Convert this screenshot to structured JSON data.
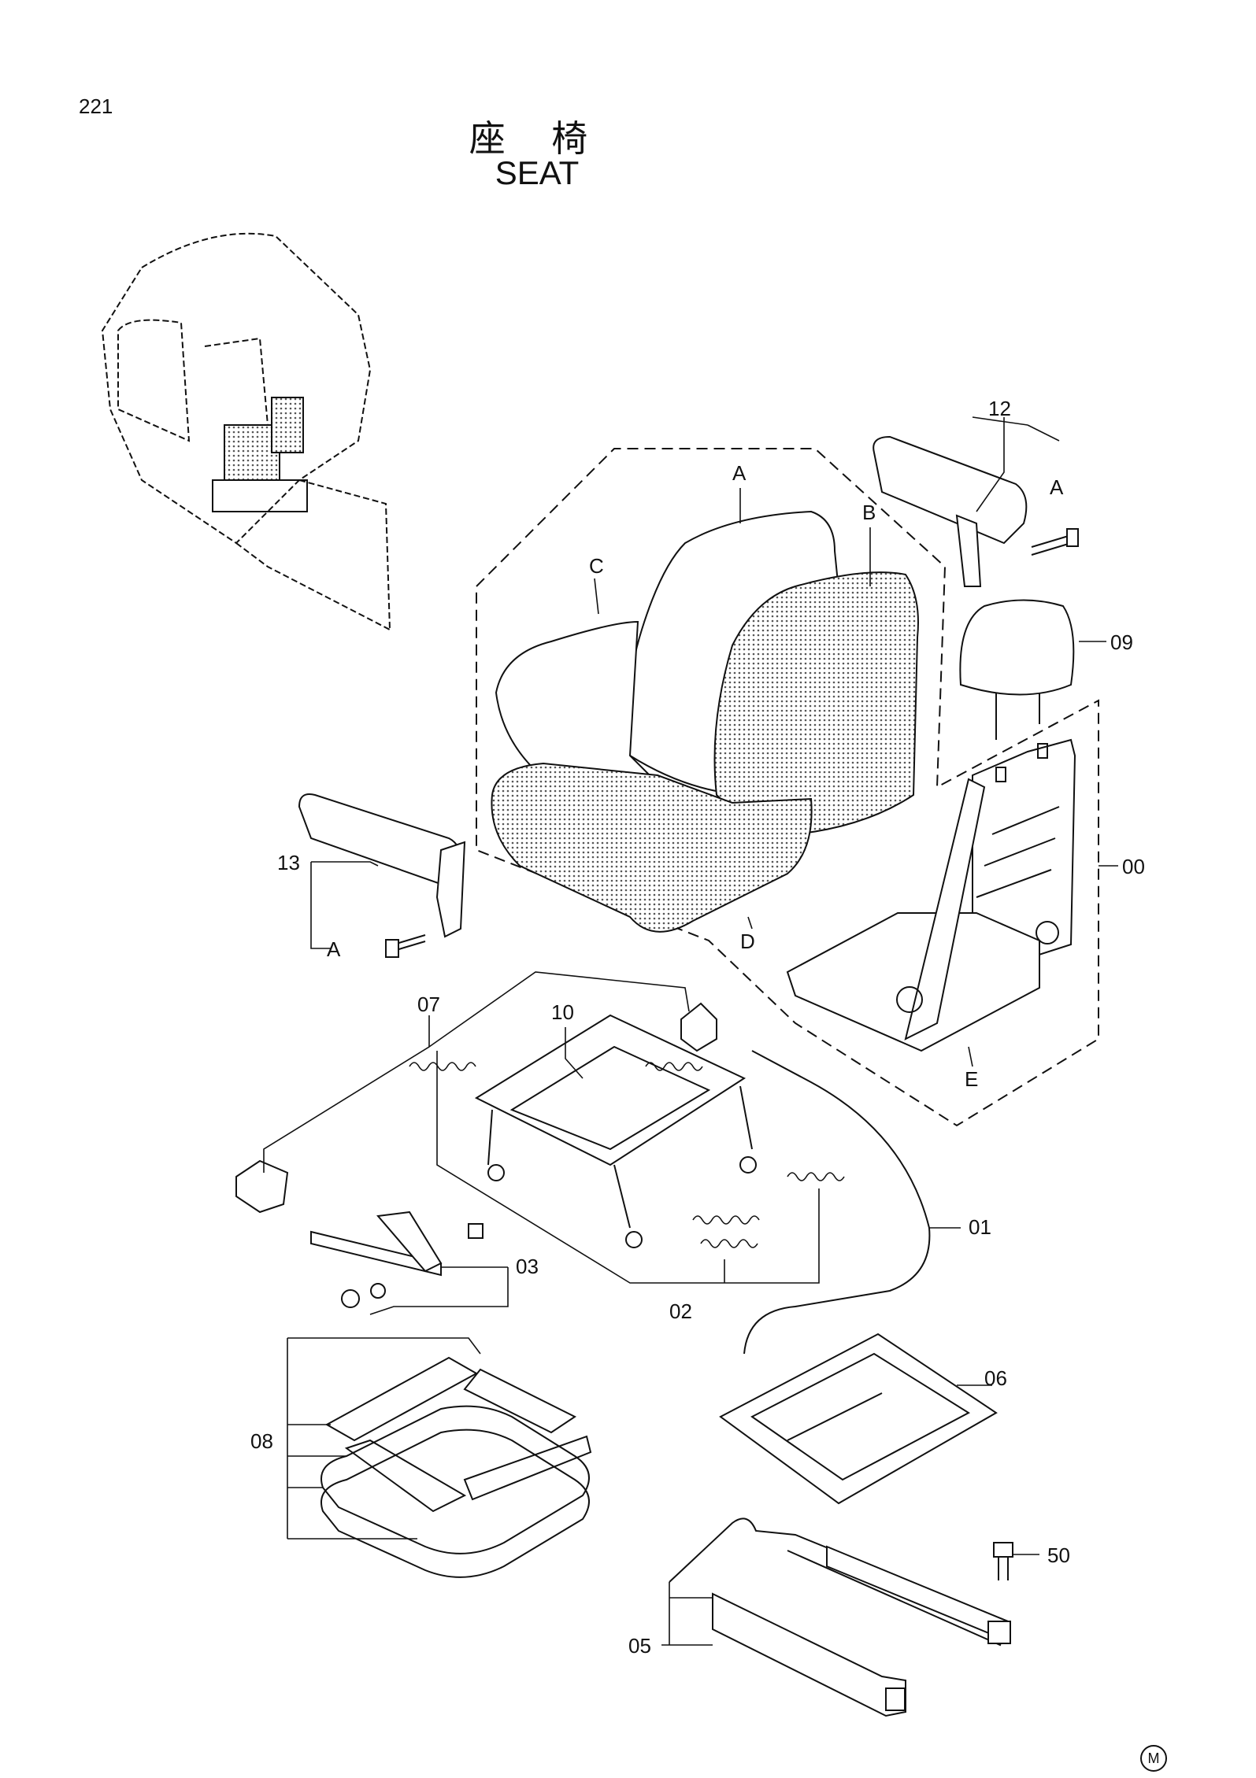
{
  "page_number": "221",
  "title_jp": "座 椅",
  "title_en": "SEAT",
  "mark": "M",
  "callouts": {
    "c00": "00",
    "c01": "01",
    "c02": "02",
    "c03": "03",
    "c05": "05",
    "c06": "06",
    "c07": "07",
    "c08": "08",
    "c09": "09",
    "c10": "10",
    "c12": "12",
    "c13": "13",
    "c50": "50",
    "sub_a_top": "A",
    "sub_a_12": "A",
    "sub_a_13": "A",
    "sub_b": "B",
    "sub_c": "C",
    "sub_d": "D",
    "sub_e": "E"
  }
}
